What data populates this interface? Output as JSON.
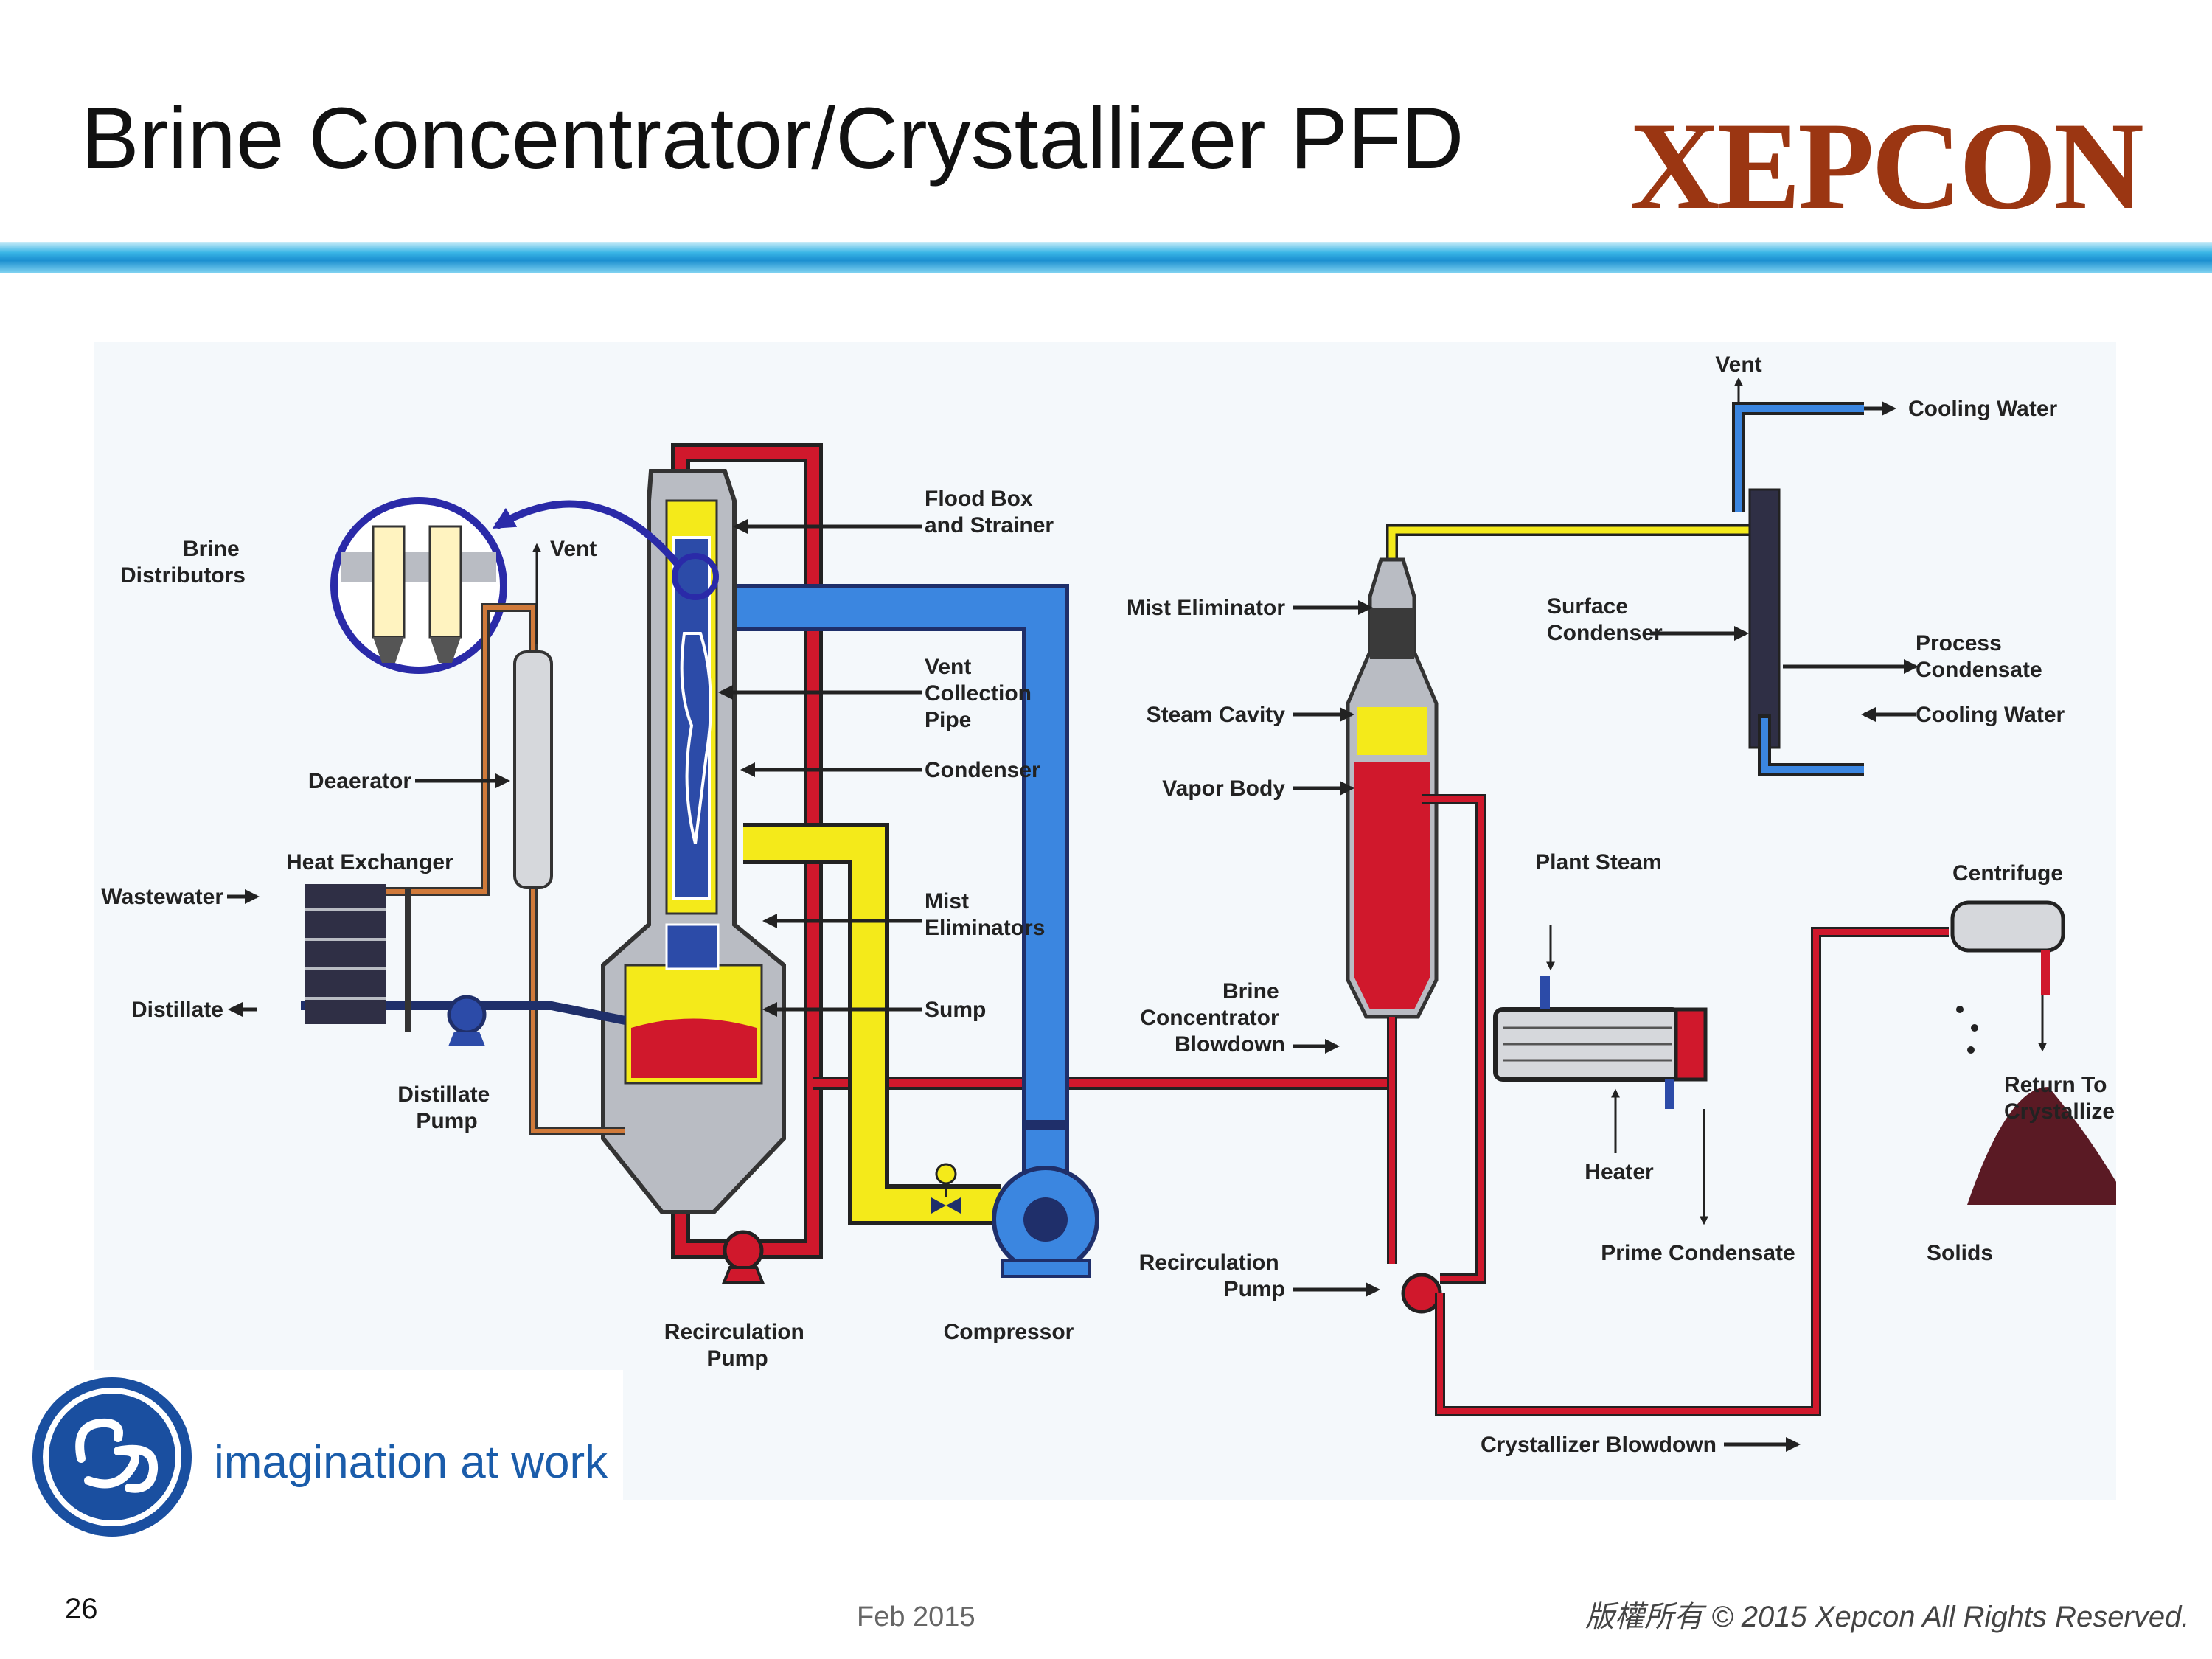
{
  "slide": {
    "title": "Brine Concentrator/Crystallizer PFD",
    "logo_text": "XEPCON",
    "page_number": "26",
    "date": "Feb 2015",
    "copyright": "版權所有 © 2015 Xepcon All Rights Reserved."
  },
  "ge": {
    "tagline": "imagination at work",
    "logo_icon": "ge-monogram-icon"
  },
  "colors": {
    "logo": "#9b3612",
    "brine_red": "#d0182c",
    "cooling_blue": "#2f7fd9",
    "vapor_yellow": "#f4ea1a",
    "ge_blue": "#1a4fa0"
  },
  "labels": {
    "brine_distributors": [
      "Brine",
      "Distributors"
    ],
    "vent_left": "Vent",
    "deaerator": "Deaerator",
    "heat_exchanger": "Heat Exchanger",
    "wastewater": "Wastewater",
    "distillate": "Distillate",
    "distillate_pump": [
      "Distillate",
      "Pump"
    ],
    "flood_box": [
      "Flood Box",
      "and Strainer"
    ],
    "vent_collection": [
      "Vent",
      "Collection",
      "Pipe"
    ],
    "condenser": "Condenser",
    "mist_eliminators": [
      "Mist",
      "Eliminators"
    ],
    "sump": "Sump",
    "recirc_pump_left": [
      "Recirculation",
      "Pump"
    ],
    "compressor": "Compressor",
    "mist_eliminator": "Mist Eliminator",
    "steam_cavity": "Steam Cavity",
    "vapor_body": "Vapor Body",
    "brine_blowdown": [
      "Brine",
      "Concentrator",
      "Blowdown"
    ],
    "recirc_pump_right": [
      "Recirculation",
      "Pump"
    ],
    "vent_right": "Vent",
    "cooling_water_top": "Cooling Water",
    "surface_condenser": [
      "Surface",
      "Condenser"
    ],
    "process_condensate": [
      "Process",
      "Condensate"
    ],
    "cooling_water_bottom": "Cooling Water",
    "plant_steam": "Plant Steam",
    "heater": "Heater",
    "prime_condensate": "Prime Condensate",
    "centrifuge": "Centrifuge",
    "return_to_crystallizer": [
      "Return To",
      "Crystallizer"
    ],
    "solids": "Solids",
    "crystallizer_blowdown": "Crystallizer Blowdown"
  }
}
